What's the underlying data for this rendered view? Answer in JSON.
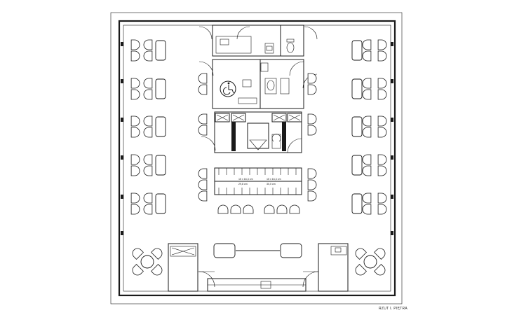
{
  "drawing": {
    "caption": "RZUT I. PIĘTRA",
    "stair_label_left": "15 x 16,3 cm\n29,8 cm",
    "stair_label_right": "15 x 16,3 cm\n30,0 cm",
    "icons": [
      "wheelchair-accessible-icon",
      "toilet-icon",
      "sink-icon",
      "elevator-icon"
    ]
  }
}
